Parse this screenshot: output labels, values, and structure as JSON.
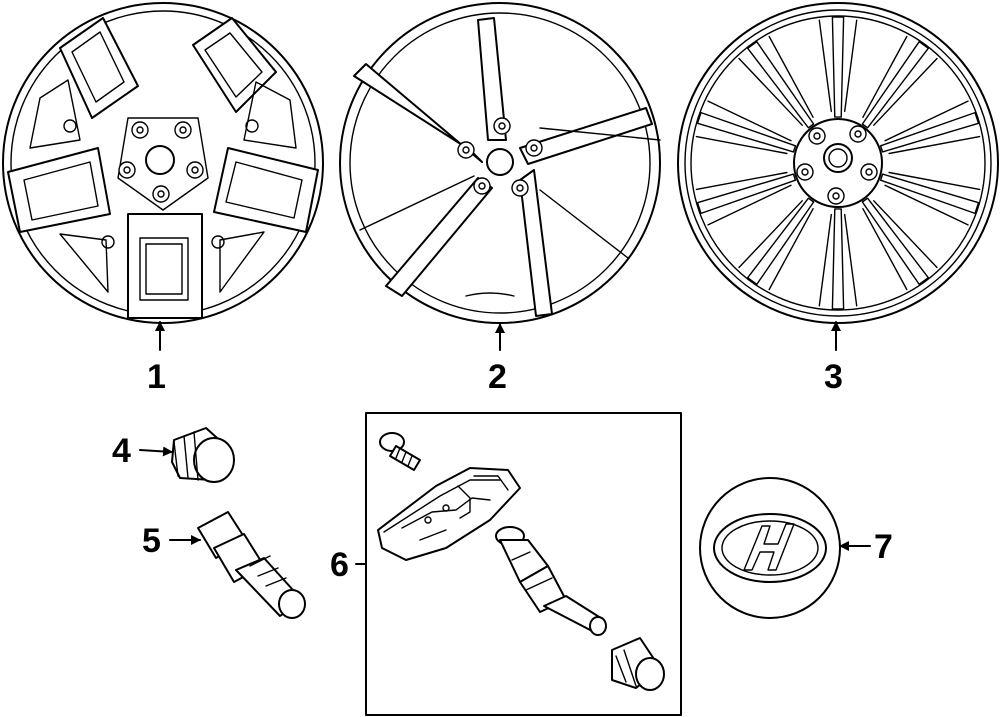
{
  "callouts": [
    {
      "id": "1",
      "part": "wheel-a"
    },
    {
      "id": "2",
      "part": "wheel-b"
    },
    {
      "id": "3",
      "part": "wheel-c"
    },
    {
      "id": "4",
      "part": "valve-cap"
    },
    {
      "id": "5",
      "part": "lug-bolt"
    },
    {
      "id": "6",
      "part": "tpms-sensor-kit"
    },
    {
      "id": "7",
      "part": "center-cap"
    }
  ],
  "icons": {
    "emblem": "hyundai-h-emblem-icon",
    "arrow": "leader-arrow-icon"
  },
  "colors": {
    "line": "#000000",
    "background": "#ffffff"
  }
}
